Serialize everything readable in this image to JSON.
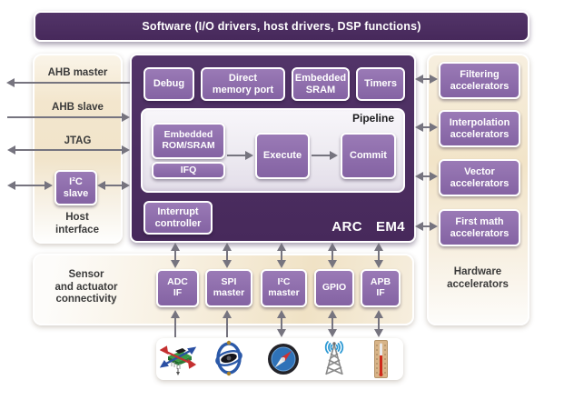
{
  "banner": {
    "label": "Software (I/O drivers, host drivers, DSP functions)"
  },
  "host": {
    "caption_lines": [
      "Host",
      "interface"
    ],
    "signals": [
      {
        "label": "AHB master",
        "direction": "out"
      },
      {
        "label": "AHB slave",
        "direction": "in"
      },
      {
        "label": "JTAG",
        "direction": "bidirectional"
      }
    ],
    "i2c_slave_lines": [
      "I²C",
      "slave"
    ]
  },
  "cpu": {
    "brand": "ARC",
    "model": "EM4",
    "top_blocks": [
      {
        "name": "debug",
        "lines": [
          "Debug",
          ""
        ]
      },
      {
        "name": "direct-memory-port",
        "lines": [
          "Direct",
          "memory port"
        ]
      },
      {
        "name": "embedded-sram",
        "lines": [
          "Embedded",
          "SRAM"
        ]
      },
      {
        "name": "timers",
        "lines": [
          "Timers",
          ""
        ]
      }
    ],
    "pipeline": {
      "label": "Pipeline",
      "rom_lines": [
        "Embedded",
        "ROM/SRAM"
      ],
      "ifq": "IFQ",
      "execute": "Execute",
      "commit": "Commit"
    },
    "interrupt_lines": [
      "Interrupt",
      "controller"
    ]
  },
  "accelerators": {
    "caption_lines": [
      "Hardware",
      "accelerators"
    ],
    "items": [
      {
        "name": "filtering",
        "lines": [
          "Filtering",
          "accelerators"
        ]
      },
      {
        "name": "interpolation",
        "lines": [
          "Interpolation",
          "accelerators"
        ]
      },
      {
        "name": "vector",
        "lines": [
          "Vector",
          "accelerators"
        ]
      },
      {
        "name": "first-math",
        "lines": [
          "First math",
          "accelerators"
        ]
      }
    ]
  },
  "connectivity": {
    "caption_lines": [
      "Sensor",
      "and actuator",
      "connectivity"
    ],
    "peripherals": [
      {
        "name": "adc-if",
        "lines": [
          "ADC",
          "IF"
        ]
      },
      {
        "name": "spi-master",
        "lines": [
          "SPI",
          "master"
        ]
      },
      {
        "name": "i2c-master",
        "lines": [
          "I²C",
          "master"
        ]
      },
      {
        "name": "gpio",
        "lines": [
          "GPIO",
          ""
        ]
      },
      {
        "name": "apb-if",
        "lines": [
          "APB",
          "IF"
        ]
      }
    ]
  },
  "sensors": {
    "icons": [
      "accelerometer",
      "gyroscope",
      "compass",
      "radio-antenna",
      "thermometer"
    ]
  },
  "colors": {
    "dark_purple": "#47295b",
    "box_purple": "#8d6bab",
    "panel_beige": "#f2e5cb",
    "arrow_gray": "#76747f",
    "text_dark": "#3a3a3a"
  }
}
